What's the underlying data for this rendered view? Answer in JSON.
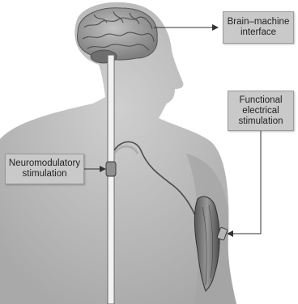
{
  "labels": {
    "bmi": "Brain–machine\ninterface",
    "fes": "Functional\nelectrical\nstimulation",
    "neuro": "Neuromodulatory\nstimulation"
  },
  "colors": {
    "background": "#ffffff",
    "body": "#bcbcbc",
    "brain": "#9e9e9e",
    "spinal_cord": "#f2f2f2",
    "muscle": "#7a7a7a",
    "connector": "#333333",
    "callout_fill": "#c9c9c9"
  }
}
